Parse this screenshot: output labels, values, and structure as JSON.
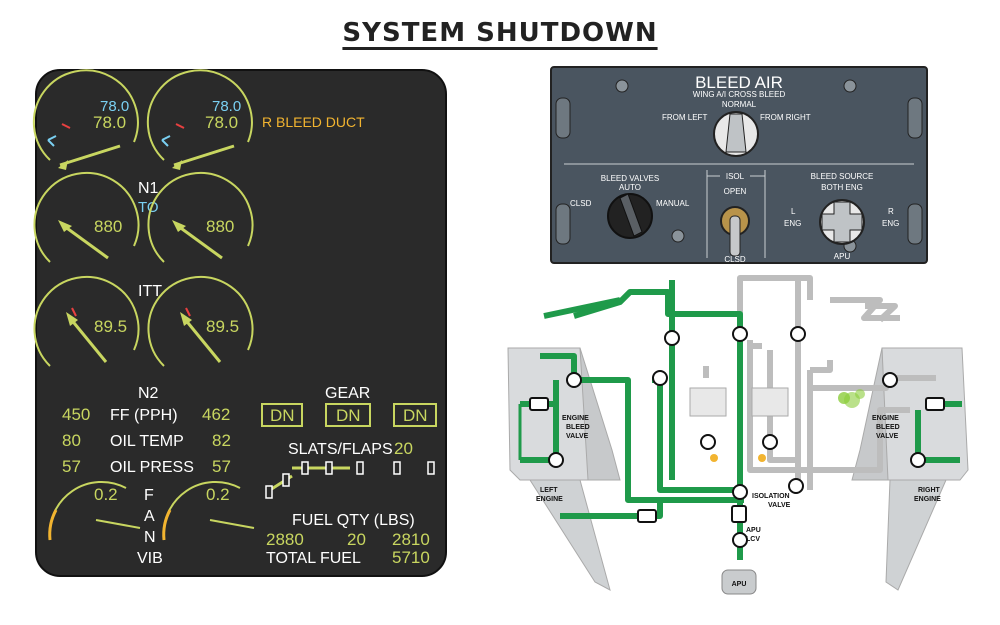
{
  "page": {
    "title": "SYSTEM SHUTDOWN"
  },
  "eicas": {
    "n1": {
      "left_cmd": "78.0",
      "left_val": "78.0",
      "right_cmd": "78.0",
      "right_val": "78.0",
      "label": "N1",
      "mode": "TO"
    },
    "advisory": "R BLEED DUCT",
    "itt": {
      "left": "880",
      "right": "880",
      "label": "ITT"
    },
    "n2": {
      "left": "89.5",
      "right": "89.5",
      "label": "N2"
    },
    "ff": {
      "left": "450",
      "label": "FF (PPH)",
      "right": "462"
    },
    "oil_temp": {
      "left": "80",
      "label": "OIL TEMP",
      "right": "82"
    },
    "oil_press": {
      "left": "57",
      "label": "OIL PRESS",
      "right": "57"
    },
    "vib": {
      "left": "0.2",
      "right": "0.2",
      "label_f": "F",
      "label_a": "A",
      "label_n": "N",
      "label_vib": "VIB"
    },
    "gear": {
      "label": "GEAR",
      "left": "DN",
      "nose": "DN",
      "right": "DN"
    },
    "slats": {
      "label": "SLATS/FLAPS",
      "value": "20"
    },
    "fuel": {
      "label": "FUEL QTY (LBS)",
      "left": "2880",
      "center": "20",
      "right": "2810",
      "total_label": "TOTAL FUEL",
      "total": "5710"
    }
  },
  "bleed_panel": {
    "title": "BLEED AIR",
    "sub": "WING A/I CROSS BLEED",
    "normal": "NORMAL",
    "from_left": "FROM LEFT",
    "from_right": "FROM RIGHT",
    "valves_label": "BLEED VALVES",
    "auto": "AUTO",
    "clsd": "CLSD",
    "manual": "MANUAL",
    "isol": "ISOL",
    "open": "OPEN",
    "clsd2": "CLSD",
    "source_label": "BLEED SOURCE",
    "both_eng": "BOTH ENG",
    "l": "L",
    "eng_l": "ENG",
    "r": "R",
    "eng_r": "ENG",
    "apu": "APU"
  },
  "schematic": {
    "engine_bleed_valve": [
      "ENGINE",
      "BLEED",
      "VALVE"
    ],
    "engine_bleed_valve_r": [
      "ENGINE",
      "BLEED",
      "VALVE"
    ],
    "left_engine": [
      "LEFT",
      "ENGINE"
    ],
    "right_engine": [
      "RIGHT",
      "ENGINE"
    ],
    "isolation_valve": [
      "ISOLATION",
      "VALVE"
    ],
    "apu_lcv": [
      "APU",
      "LCV"
    ],
    "apu": "APU"
  },
  "colors": {
    "gauge": "#c8d660",
    "cyan": "#7ad0f2",
    "amber": "#f2b430",
    "duct_active": "#1f9a4a",
    "duct_idle": "#bdbdbd",
    "panel": "#4a5560"
  }
}
